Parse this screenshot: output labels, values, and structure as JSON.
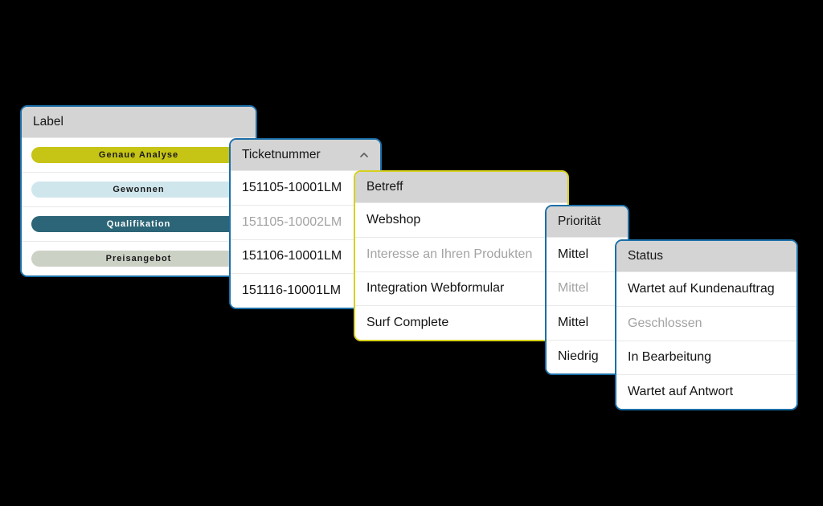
{
  "colors": {
    "background": "#000000",
    "panel_border_blue": "#1b6fa7",
    "panel_border_yellow": "#d6d11e",
    "header_bg": "#d4d4d4",
    "row_text": "#141414",
    "row_text_muted": "#a3a3a3"
  },
  "panels": {
    "label": {
      "title": "Label",
      "items": [
        {
          "text": "Genaue Analyse",
          "bg": "#c6c414",
          "color": "#1a1a1a"
        },
        {
          "text": "Gewonnen",
          "bg": "#cfe6ed",
          "color": "#1a1a1a"
        },
        {
          "text": "Qualifikation",
          "bg": "#2c6577",
          "color": "#ffffff"
        },
        {
          "text": "Preisangebot",
          "bg": "#ccd1c6",
          "color": "#1a1a1a"
        }
      ]
    },
    "ticketnummer": {
      "title": "Ticketnummer",
      "sort_icon": "chevron-up-icon",
      "rows": [
        {
          "text": "151105-10001LM",
          "muted": false
        },
        {
          "text": "151105-10002LM",
          "muted": true
        },
        {
          "text": "151106-10001LM",
          "muted": false
        },
        {
          "text": "151116-10001LM",
          "muted": false
        }
      ]
    },
    "betreff": {
      "title": "Betreff",
      "rows": [
        {
          "text": "Webshop",
          "muted": false
        },
        {
          "text": "Interesse an Ihren Produkten",
          "muted": true
        },
        {
          "text": "Integration Webformular",
          "muted": false
        },
        {
          "text": "Surf Complete",
          "muted": false
        }
      ]
    },
    "prioritaet": {
      "title": "Priorität",
      "rows": [
        {
          "text": "Mittel",
          "muted": false
        },
        {
          "text": "Mittel",
          "muted": true
        },
        {
          "text": "Mittel",
          "muted": false
        },
        {
          "text": "Niedrig",
          "muted": false
        }
      ]
    },
    "status": {
      "title": "Status",
      "rows": [
        {
          "text": "Wartet auf Kundenauftrag",
          "muted": false
        },
        {
          "text": "Geschlossen",
          "muted": true
        },
        {
          "text": "In Bearbeitung",
          "muted": false
        },
        {
          "text": "Wartet auf Antwort",
          "muted": false
        }
      ]
    }
  }
}
